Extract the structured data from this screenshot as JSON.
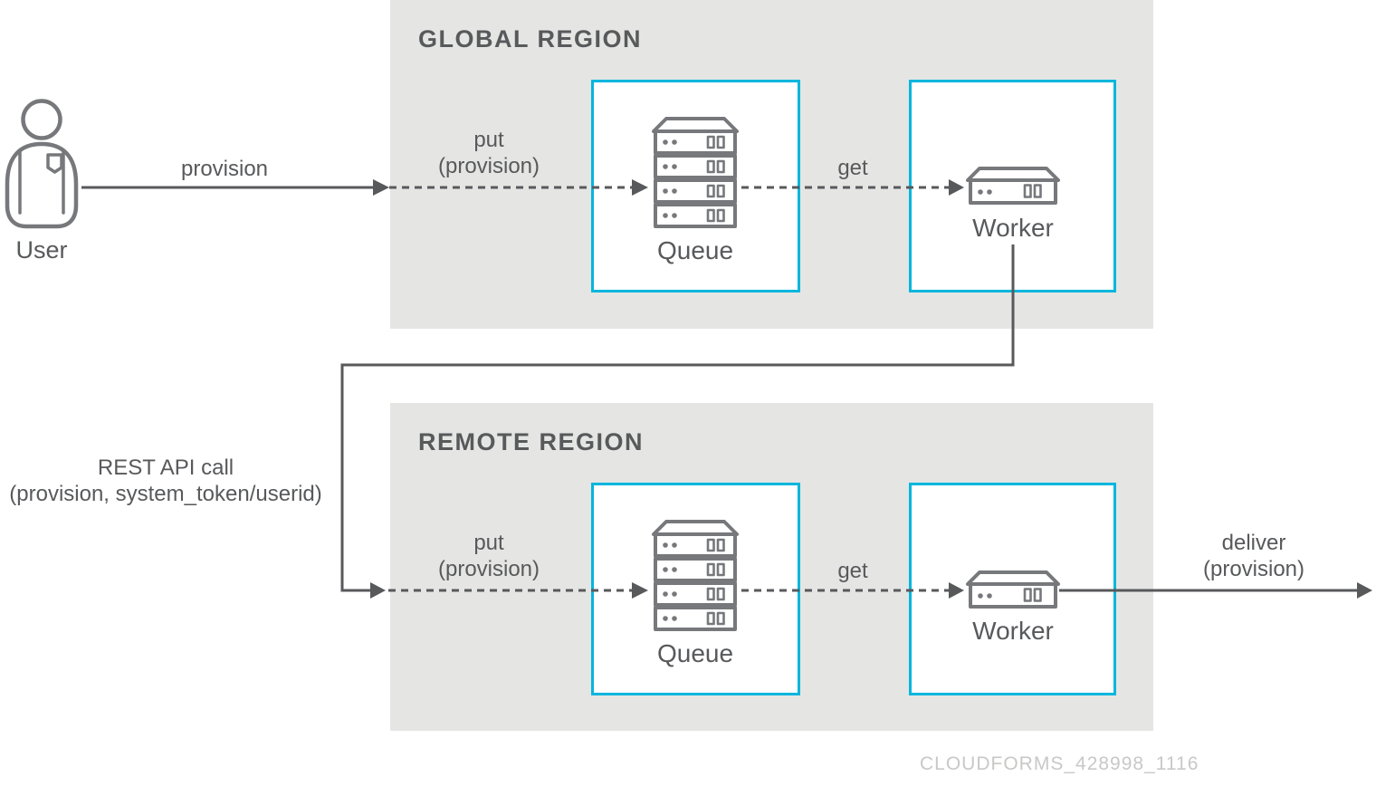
{
  "user": {
    "label": "User"
  },
  "regions": {
    "global": {
      "title": "GLOBAL REGION",
      "queue": "Queue",
      "worker": "Worker"
    },
    "remote": {
      "title": "REMOTE REGION",
      "queue": "Queue",
      "worker": "Worker"
    }
  },
  "edges": {
    "provision": {
      "label": "provision"
    },
    "put_global": {
      "line1": "put",
      "line2": "(provision)"
    },
    "get_global": {
      "label": "get"
    },
    "rest_api": {
      "line1": "REST API call",
      "line2": "(provision, system_token/userid)"
    },
    "put_remote": {
      "line1": "put",
      "line2": "(provision)"
    },
    "get_remote": {
      "label": "get"
    },
    "deliver": {
      "line1": "deliver",
      "line2": "(provision)"
    }
  },
  "watermark": "CLOUDFORMS_428998_1116",
  "colors": {
    "accent_cyan": "#00b6dd",
    "region_bg": "#e5e5e4",
    "line": "#58595b",
    "icon": "#77787b",
    "watermark": "#c9c8c7"
  }
}
